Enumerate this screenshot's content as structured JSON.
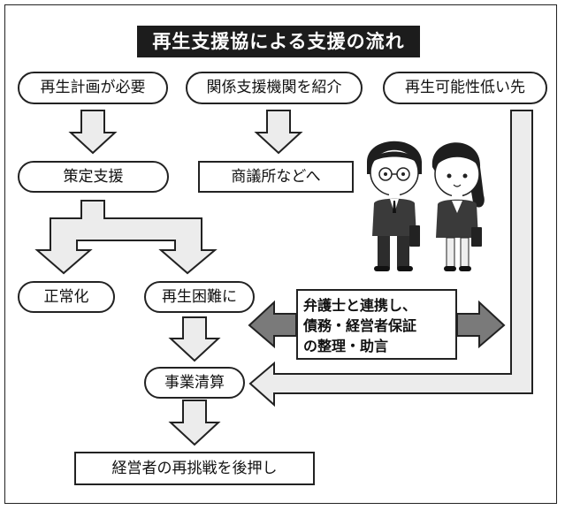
{
  "title": "再生支援協による支援の流れ",
  "nodes": {
    "need_plan": "再生計画が必要",
    "introduce": "関係支援機関を紹介",
    "low_possibility": "再生可能性低い先",
    "formulate": "策定支援",
    "chamber": "商議所などへ",
    "normal": "正常化",
    "difficult": "再生困難に",
    "liquidation": "事業清算",
    "rechallenge": "経営者の再挑戦を後押し"
  },
  "note": {
    "lines": [
      "弁護士と連携し、",
      "債務・経営者保証",
      "の整理・助言"
    ]
  },
  "illustration": {
    "name": "two-business-people",
    "colors": {
      "suit": "#3a3a3a",
      "skin": "#ffffff",
      "hair": "#1e1e1e"
    }
  },
  "colors": {
    "arrow_light": "#ececec",
    "arrow_dark": "#7a7a7a",
    "outline": "#222222",
    "title_bg": "#1c1c1c"
  }
}
